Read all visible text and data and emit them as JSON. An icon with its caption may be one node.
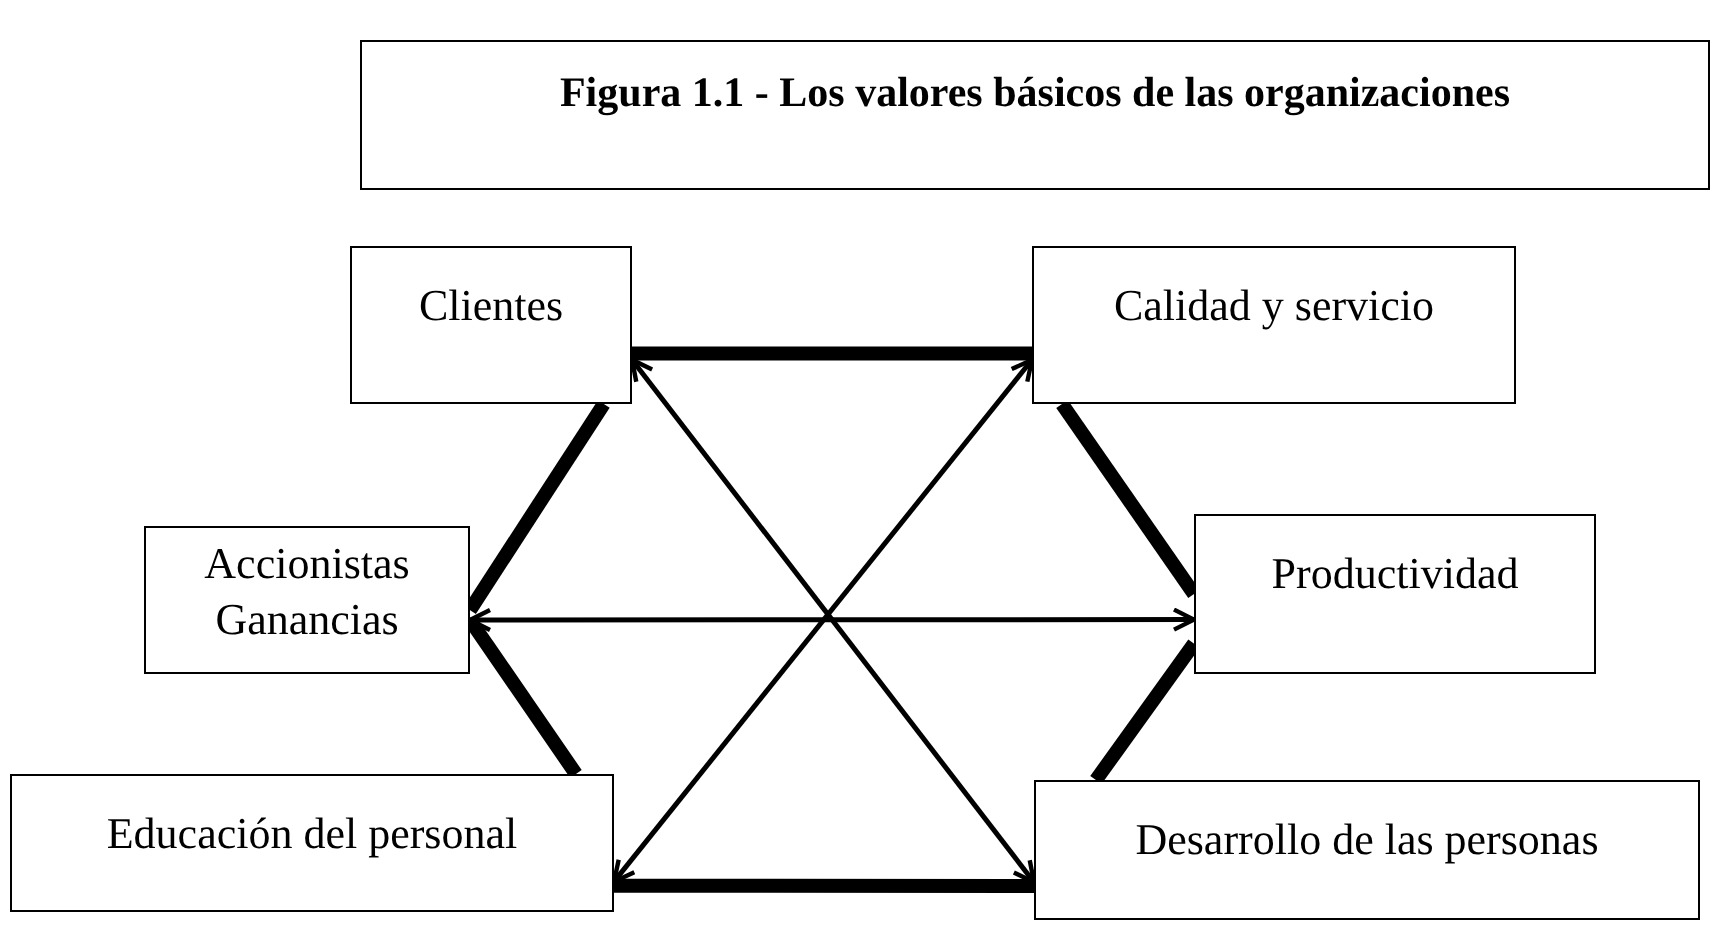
{
  "diagram": {
    "title": "Figura 1.1 - Los valores básicos de las organizaciones",
    "nodes": [
      {
        "text": [
          "Clientes"
        ]
      },
      {
        "text": [
          "Calidad y servicio"
        ]
      },
      {
        "text": [
          "Accionistas Ganancias"
        ]
      },
      {
        "text": [
          "Productividad"
        ]
      },
      {
        "text": [
          "Educación del personal"
        ]
      },
      {
        "text": [
          "Desarrollo de las personas"
        ]
      }
    ],
    "edges": [
      {
        "from": 0,
        "to": 1,
        "arrow": "none"
      },
      {
        "from": 1,
        "to": 3,
        "arrow": "none"
      },
      {
        "from": 3,
        "to": 5,
        "arrow": "none"
      },
      {
        "from": 5,
        "to": 4,
        "arrow": "none"
      },
      {
        "from": 4,
        "to": 2,
        "arrow": "none"
      },
      {
        "from": 2,
        "to": 0,
        "arrow": "none"
      },
      {
        "from": 0,
        "to": 5,
        "arrow": "both"
      },
      {
        "from": 1,
        "to": 4,
        "arrow": "both"
      },
      {
        "from": 2,
        "to": 3,
        "arrow": "both"
      }
    ]
  }
}
